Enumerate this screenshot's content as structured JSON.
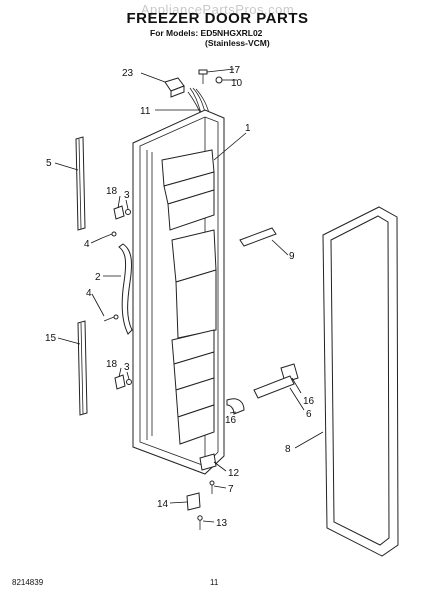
{
  "header": {
    "watermark": "AppliancePartsPros.com",
    "title": "FREEZER DOOR PARTS",
    "model_line": "For Models: ED5NHGXRL02",
    "model_variant": "(Stainless-VCM)"
  },
  "footer": {
    "doc_number": "8214839",
    "page_number": "11"
  },
  "callouts": [
    "23",
    "17",
    "10",
    "11",
    "1",
    "5",
    "18",
    "3",
    "4",
    "2",
    "9",
    "4",
    "15",
    "18",
    "3",
    "16",
    "6",
    "16",
    "8",
    "12",
    "7",
    "14",
    "13"
  ]
}
